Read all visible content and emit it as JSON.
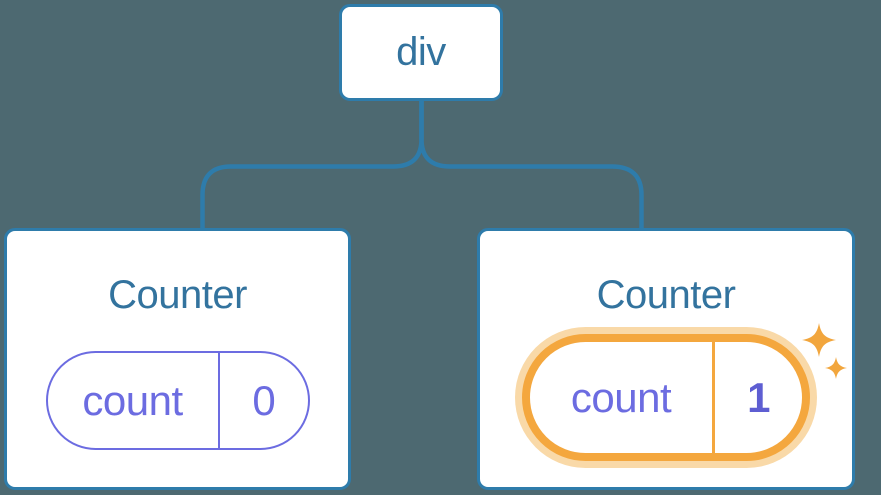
{
  "diagram": {
    "description": "Component tree: div root with two Counter children and their state pills",
    "background_color": "#4d6971",
    "connector_color": "#2e7cab",
    "root": {
      "label": "div"
    },
    "children": [
      {
        "title": "Counter",
        "state_key": "count",
        "state_value": "0",
        "highlighted": false
      },
      {
        "title": "Counter",
        "state_key": "count",
        "state_value": "1",
        "highlighted": true
      }
    ],
    "colors": {
      "card_background": "#ffffff",
      "card_border": "#2e7cab",
      "node_text": "#33739e",
      "pill_default": "#6c6ce1",
      "pill_highlight": "#f4a73e",
      "pill_highlight_glow": "#f9d9a8",
      "highlight_value_text": "#5e5ed2",
      "sparkle": "#f2a63d"
    },
    "icons": {
      "sparkles": "sparkles-icon"
    }
  }
}
